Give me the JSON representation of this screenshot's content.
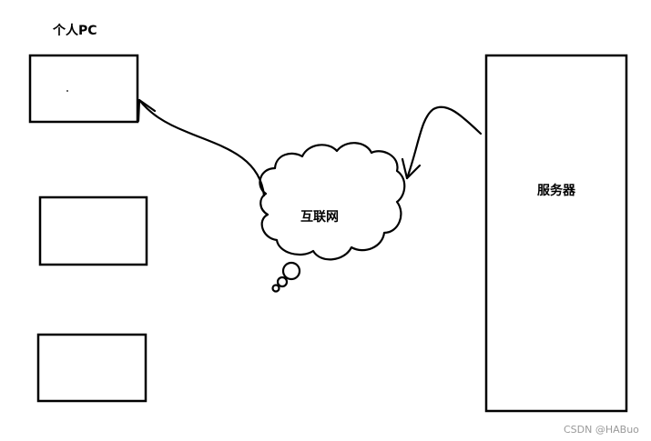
{
  "labels": {
    "personal_pc": "个人PC",
    "internet": "互联网",
    "server": "服务器"
  },
  "watermark": "CSDN @HABuo",
  "colors": {
    "stroke": "#000000",
    "background": "#ffffff",
    "watermark": "#9a9a9a"
  }
}
